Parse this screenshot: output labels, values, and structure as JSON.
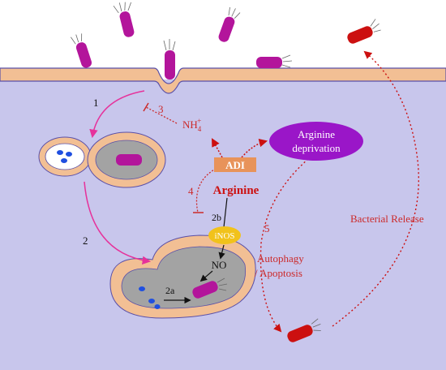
{
  "labels": {
    "step1": "1",
    "step2": "2",
    "step2a": "2a",
    "step2b": "2b",
    "step3": "3",
    "step4": "4",
    "step5": "5",
    "nh4_base": "NH",
    "nh4_sub": "4",
    "nh4_sup": "+",
    "adi": "ADI",
    "arginine": "Arginine",
    "inos": "iNOS",
    "no": "NO",
    "arginine_deprivation_line1": "Arginine",
    "arginine_deprivation_line2": "deprivation",
    "autophagy": "Autophagy",
    "apoptosis": "/ Apoptosis",
    "bacterial_release": "Bacterial Release"
  },
  "colors": {
    "cytoplasm": "#c8c6ec",
    "membrane": "#f2bf94",
    "membrane_stroke": "#5a50a8",
    "vacuole_gray": "#a3a3a3",
    "bacterium_magenta": "#b3159b",
    "bacterium_red": "#cc1010",
    "arrow_magenta": "#e6329b",
    "inhibit_red": "#cc2a2a",
    "adi_orange": "#e8935a",
    "inos_yellow": "#f1c21b",
    "deprivation_purple": "#9a16c8",
    "nucleus_blue": "#1f4fe0"
  }
}
